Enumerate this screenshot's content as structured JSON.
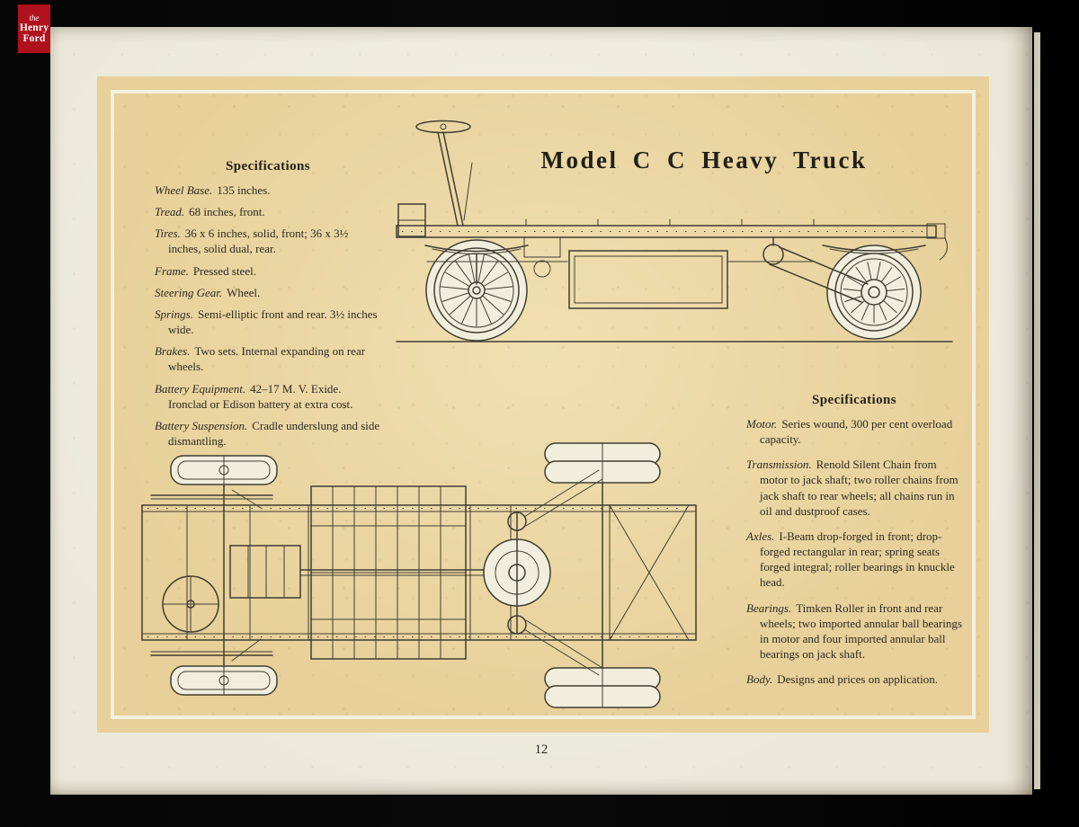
{
  "logo": {
    "line1": "the",
    "line2": "Henry",
    "line3": "Ford"
  },
  "page": {
    "title": "Model C C Heavy Truck",
    "page_number": "12"
  },
  "left_specs": {
    "heading": "Specifications",
    "items": [
      {
        "term": "Wheel Base.",
        "desc": "135 inches."
      },
      {
        "term": "Tread.",
        "desc": "68 inches, front."
      },
      {
        "term": "Tires.",
        "desc": "36 x 6 inches, solid, front; 36 x 3½ inches, solid dual, rear."
      },
      {
        "term": "Frame.",
        "desc": "Pressed steel."
      },
      {
        "term": "Steering Gear.",
        "desc": "Wheel."
      },
      {
        "term": "Springs.",
        "desc": "Semi-elliptic front and rear. 3½ inches wide."
      },
      {
        "term": "Brakes.",
        "desc": "Two sets. Internal expanding on rear wheels."
      },
      {
        "term": "Battery Equipment.",
        "desc": "42–17 M. V. Exide. Ironclad or Edison battery at extra cost."
      },
      {
        "term": "Battery Suspension.",
        "desc": "Cradle underslung and side dismantling."
      }
    ]
  },
  "right_specs": {
    "heading": "Specifications",
    "items": [
      {
        "term": "Motor.",
        "desc": "Series wound, 300 per cent overload capacity."
      },
      {
        "term": "Transmission.",
        "desc": "Renold Silent Chain from motor to jack shaft; two roller chains from jack shaft to rear wheels; all chains run in oil and dustproof cases."
      },
      {
        "term": "Axles.",
        "desc": "I-Beam drop-forged in front; drop-forged rectangular in rear; spring seats forged integral; roller bearings in knuckle head."
      },
      {
        "term": "Bearings.",
        "desc": "Timken Roller in front and rear wheels; two imported annular ball bearings in motor and four imported annular ball bearings on jack shaft."
      },
      {
        "term": "Body.",
        "desc": "Designs and prices on application."
      }
    ]
  },
  "colors": {
    "panel_tan": "#e7d099",
    "paper_cream": "#ebe8d9",
    "logo_red": "#b0121d",
    "ink": "#2c2a22"
  }
}
